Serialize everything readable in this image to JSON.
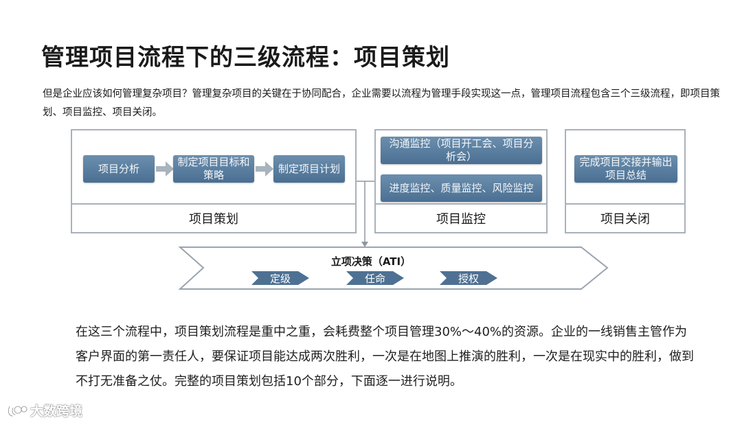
{
  "title": "管理项目流程下的三级流程：项目策划",
  "intro": "但是企业应该如何管理复杂项目？管理复杂项目的关键在于协同配合，企业需要以流程为管理手段实现这一点，管理项目流程包含三个三级流程，即项目策划、项目监控、项目关闭。",
  "diagram": {
    "planning": {
      "label": "项目策划",
      "steps": [
        "项目分析",
        "制定项目目标和策略",
        "制定项目计划"
      ]
    },
    "monitoring": {
      "label": "项目监控",
      "steps": [
        "沟通监控（项目开工会、项目分析会）",
        "进度监控、质量监控、风险监控"
      ]
    },
    "closing": {
      "label": "项目关闭",
      "steps": [
        "完成项目交接并输出项目总结"
      ]
    },
    "decision": {
      "label": "立项决策（ATI）",
      "stages": [
        "定级",
        "任命",
        "授权"
      ]
    }
  },
  "body": "在这三个流程中，项目策划流程是重中之重，会耗费整个项目管理30%～40%的资源。企业的一线销售主管作为客户界面的第一责任人，要保证项目能达成两次胜利，一次是在地图上推演的胜利，一次是在现实中的胜利，做到不打无准备之仗。完整的项目策划包括10个部分，下面逐一进行说明。",
  "watermark": "大数跨境",
  "colors": {
    "step_fill": "#557a9c",
    "border": "#a9b1bb",
    "chevron": "#4e7193"
  }
}
